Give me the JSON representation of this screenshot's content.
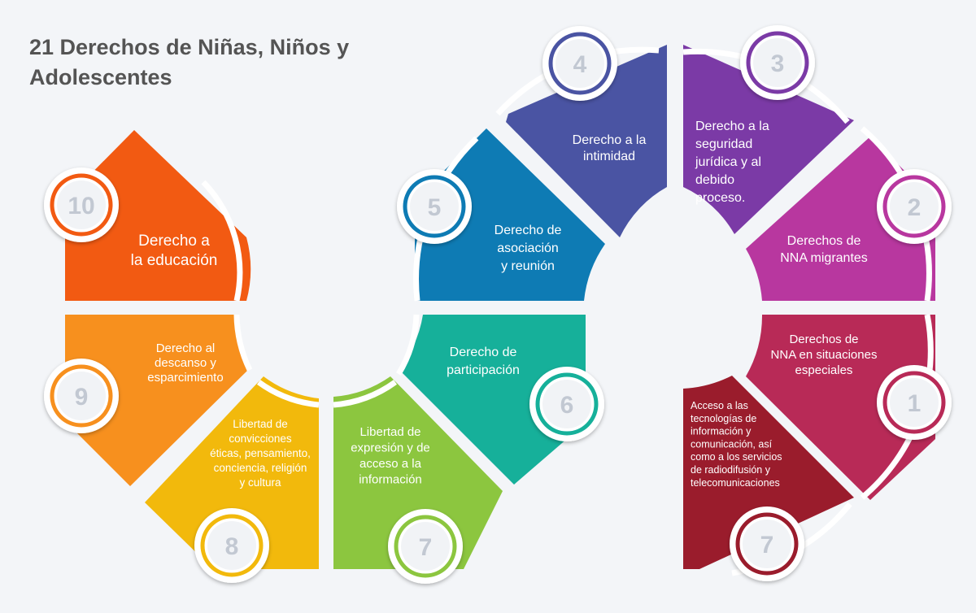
{
  "title": {
    "line1": "21 Derechos de Niñas, Niños y",
    "line2": "Adolescentes"
  },
  "segments": [
    {
      "id": "10",
      "number": "10",
      "color": "#f25a12",
      "lines": [
        "Derecho a",
        "la educación"
      ]
    },
    {
      "id": "9",
      "number": "9",
      "color": "#f7901e",
      "lines": [
        "Derecho al",
        "descanso y",
        "esparcimiento"
      ]
    },
    {
      "id": "8",
      "number": "8",
      "color": "#f2b90c",
      "lines": [
        "Libertad de",
        "convicciones",
        "éticas, pensamiento,",
        "conciencia, religión",
        "y cultura"
      ]
    },
    {
      "id": "7",
      "number": "7",
      "color": "#8cc63f",
      "lines": [
        "Libertad de",
        "expresión y de",
        "acceso a la",
        "información"
      ]
    },
    {
      "id": "6",
      "number": "6",
      "color": "#16b09a",
      "lines": [
        "Derecho de",
        "participación"
      ]
    },
    {
      "id": "5",
      "number": "5",
      "color": "#0e7bb4",
      "lines": [
        "Derecho de",
        "asociación",
        "y reunión"
      ]
    },
    {
      "id": "4",
      "number": "4",
      "color": "#4a54a3",
      "lines": [
        "Derecho a la",
        "intimidad"
      ]
    },
    {
      "id": "3",
      "number": "3",
      "color": "#7b3aa6",
      "lines": [
        "Derecho a la",
        "seguridad",
        "jurídica y al",
        "debido",
        "proceso."
      ]
    },
    {
      "id": "2",
      "number": "2",
      "color": "#b8379f",
      "lines": [
        "Derechos de",
        "NNA migrantes"
      ]
    },
    {
      "id": "1",
      "number": "1",
      "color": "#b82a57",
      "lines": [
        "Derechos de",
        "NNA en situaciones",
        "especiales"
      ]
    },
    {
      "id": "7b",
      "number": "7",
      "color": "#9a1c2c",
      "lines": [
        "Acceso a las",
        "tecnologías de",
        "información y",
        "comunicación, así",
        "como a los servicios",
        "de radiodifusión y",
        "telecomunicaciones"
      ]
    }
  ]
}
